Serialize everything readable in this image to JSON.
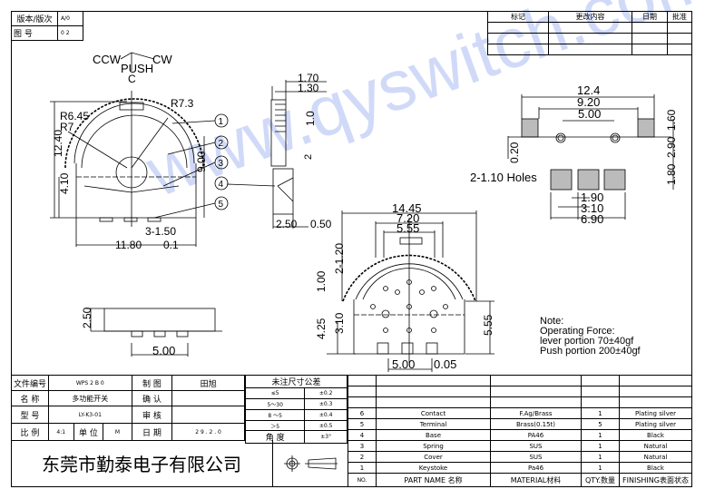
{
  "header": {
    "version_label": "版本/版次",
    "version_value": "A/0",
    "drawing_no_label": "图 号",
    "drawing_no_value": "0 2"
  },
  "revision": {
    "columns": [
      "标记",
      "更改内容",
      "日期",
      "批准"
    ]
  },
  "drawing": {
    "rotation": {
      "ccw": "CCW",
      "cw": "CW",
      "push": "PUSH",
      "c": "C"
    },
    "front": {
      "r1": "R6.45",
      "r2": "R7",
      "r3": "R7.3",
      "h": "12.40",
      "h2": "4.10",
      "h3": "9.00",
      "w": "11.80",
      "tol": "0.1",
      "pins": "3-1.50"
    },
    "balloons": [
      "1",
      "2",
      "3",
      "4",
      "5"
    ],
    "side": {
      "d1": "1.70",
      "d2": "1.30",
      "d3": "1.0",
      "d4": "2",
      "d5": "2.50",
      "d6": "0.50"
    },
    "footprint": {
      "w1": "12.4",
      "w2": "9.20",
      "w3": "5.00",
      "h1": "0.20",
      "holes": "2-1.10 Holes",
      "p1": "1.90",
      "p2": "3.10",
      "p3": "6.90",
      "v1": "1.60",
      "v2": "2.90",
      "v3": "1.80"
    },
    "bottom": {
      "w1": "14.45",
      "w2": "7.20",
      "w3": "5.55",
      "h1": "1.00",
      "h2": "2-1.20",
      "h3": "4.25",
      "h4": "3.10",
      "h5": "5.55",
      "p": "5.00",
      "tol": "0.05"
    },
    "lower": {
      "h": "2.50",
      "w": "5.00"
    },
    "note": {
      "title": "Note:",
      "l1": "Operating Force:",
      "l2": "lever portion 70±40gf",
      "l3": "Push portion 200±40gf"
    },
    "watermark": "www.qyswitch.com"
  },
  "title_block": {
    "file_no_label": "文件编号",
    "file_no": "WPS 2 B 0",
    "name_label": "名 称",
    "name": "多功能开关",
    "model_label": "型 号",
    "model": "LY-K3-01",
    "scale_label": "比 例",
    "scale": "4:1",
    "unit_label": "单 位",
    "unit": "M",
    "draw_label": "制 图",
    "drawer": "田旭",
    "confirm_label": "确 认",
    "review_label": "审 核",
    "date_label": "日 期",
    "date": "2 9 . 2 . 0",
    "tolerance": {
      "title": "未注尺寸公差",
      "rows": [
        [
          "≤5",
          "±0.2"
        ],
        [
          "5～30",
          "±0.3"
        ],
        [
          "8 ～5",
          "±0.4"
        ],
        [
          "＞5",
          "±0.5"
        ],
        [
          "角 度",
          "±3°"
        ]
      ]
    },
    "company": "东莞市勤泰电子有限公司"
  },
  "bom": {
    "rows": [
      {
        "no": "6",
        "name": "Contact",
        "material": "F.Ag/Brass",
        "qty": "1",
        "finish": "Plating silver"
      },
      {
        "no": "5",
        "name": "Terminal",
        "material": "Brass(0.15t)",
        "qty": "5",
        "finish": "Plating silver"
      },
      {
        "no": "4",
        "name": "Base",
        "material": "PA46",
        "qty": "1",
        "finish": "Black"
      },
      {
        "no": "3",
        "name": "Spring",
        "material": "SUS",
        "qty": "1",
        "finish": "Natural"
      },
      {
        "no": "2",
        "name": "Cover",
        "material": "SUS",
        "qty": "1",
        "finish": "Natural"
      },
      {
        "no": "1",
        "name": "Keystoke",
        "material": "Pa46",
        "qty": "1",
        "finish": "Black"
      }
    ],
    "header": {
      "no": "NO.",
      "name": "PART NAME 名称",
      "material": "MATERIAL材料",
      "qty": "QTY.数量",
      "finish": "FINISHING表面状态"
    }
  }
}
